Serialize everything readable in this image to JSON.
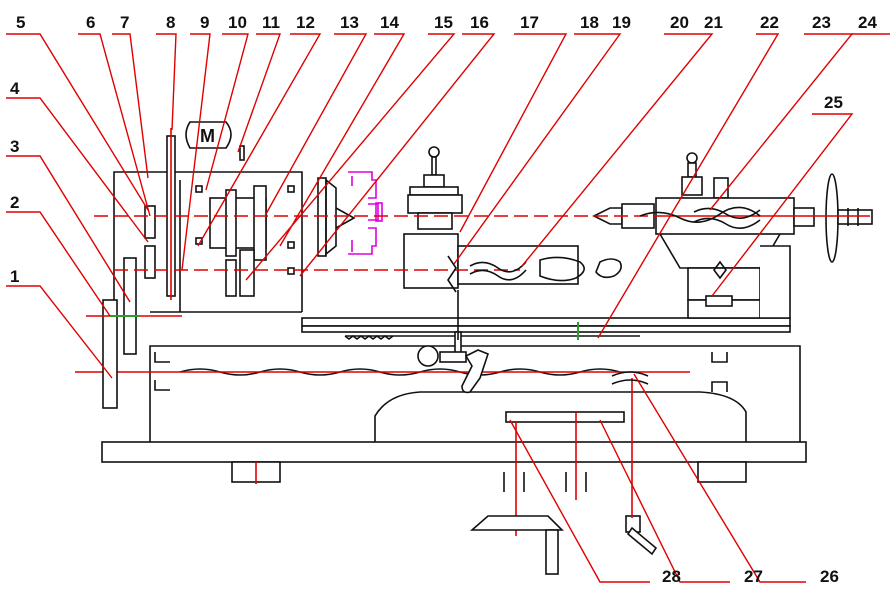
{
  "diagram": {
    "motor_label": "M",
    "labels": [
      {
        "id": "1",
        "text": "1"
      },
      {
        "id": "2",
        "text": "2"
      },
      {
        "id": "3",
        "text": "3"
      },
      {
        "id": "4",
        "text": "4"
      },
      {
        "id": "5",
        "text": "5"
      },
      {
        "id": "6",
        "text": "6"
      },
      {
        "id": "7",
        "text": "7"
      },
      {
        "id": "8",
        "text": "8"
      },
      {
        "id": "9",
        "text": "9"
      },
      {
        "id": "10",
        "text": "10"
      },
      {
        "id": "11",
        "text": "11"
      },
      {
        "id": "12",
        "text": "12"
      },
      {
        "id": "13",
        "text": "13"
      },
      {
        "id": "14",
        "text": "14"
      },
      {
        "id": "15",
        "text": "15"
      },
      {
        "id": "16",
        "text": "16"
      },
      {
        "id": "17",
        "text": "17"
      },
      {
        "id": "18",
        "text": "18"
      },
      {
        "id": "19",
        "text": "19"
      },
      {
        "id": "20",
        "text": "20"
      },
      {
        "id": "21",
        "text": "21"
      },
      {
        "id": "22",
        "text": "22"
      },
      {
        "id": "23",
        "text": "23"
      },
      {
        "id": "24",
        "text": "24"
      },
      {
        "id": "25",
        "text": "25"
      },
      {
        "id": "26",
        "text": "26"
      },
      {
        "id": "27",
        "text": "27"
      },
      {
        "id": "28",
        "text": "28"
      }
    ],
    "colors": {
      "outline": "#111111",
      "leader": "#e00000",
      "chuck": "#e000e0",
      "accent": "#2a9d2a"
    }
  }
}
